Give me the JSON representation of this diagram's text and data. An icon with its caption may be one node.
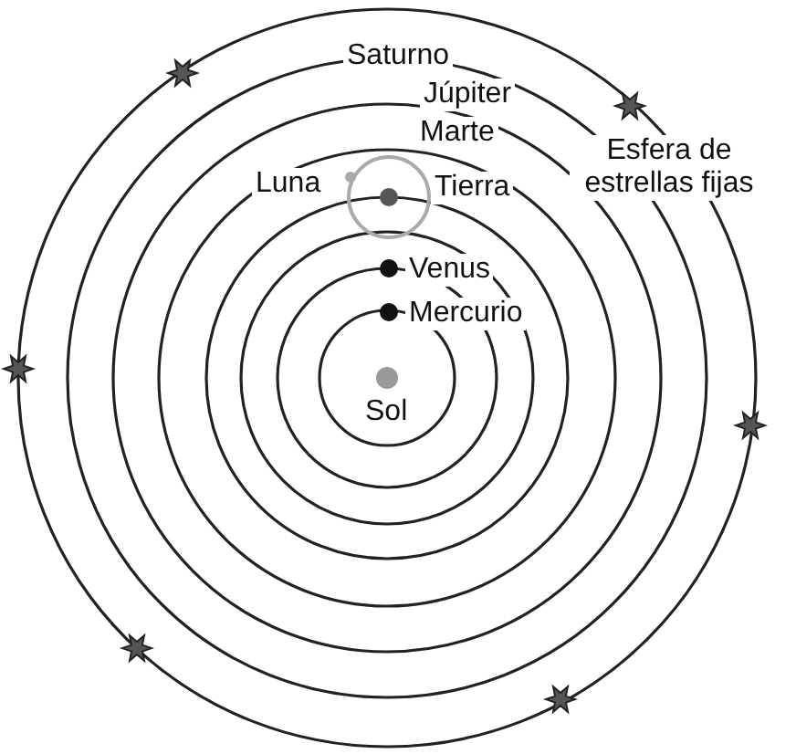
{
  "diagram": {
    "labels": [
      "Saturno",
      "Júpiter",
      "Esfera de estrellas fijas",
      "Marte",
      "Luna",
      "Tierra",
      "Venus",
      "Mercurio",
      "Sol"
    ]
  }
}
